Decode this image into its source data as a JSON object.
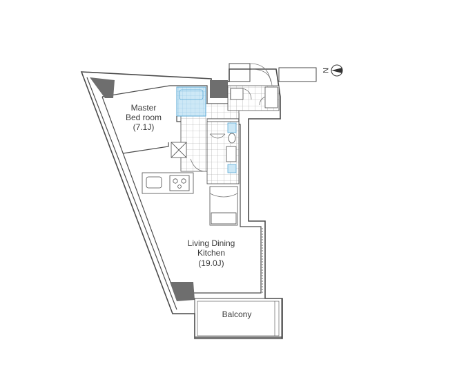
{
  "colors": {
    "wall": "#4a4a4a",
    "wall_fill": "#ffffff",
    "column": "#6e6e6e",
    "tile": "#9a9a9a",
    "bath_fill": "#cde8f6",
    "bath_stroke": "#5aa9d6",
    "label": "#3a3a3a"
  },
  "icons": {
    "compass": "north-arrow-icon"
  },
  "rooms": {
    "master_bedroom": {
      "line1": "Master",
      "line2": "Bed room",
      "area": "(7.1J)"
    },
    "ldk": {
      "line1": "Living Dining",
      "line2": "Kitchen",
      "area": "(19.0J)"
    },
    "balcony": {
      "label": "Balcony"
    }
  },
  "compass": {
    "label": "N"
  }
}
